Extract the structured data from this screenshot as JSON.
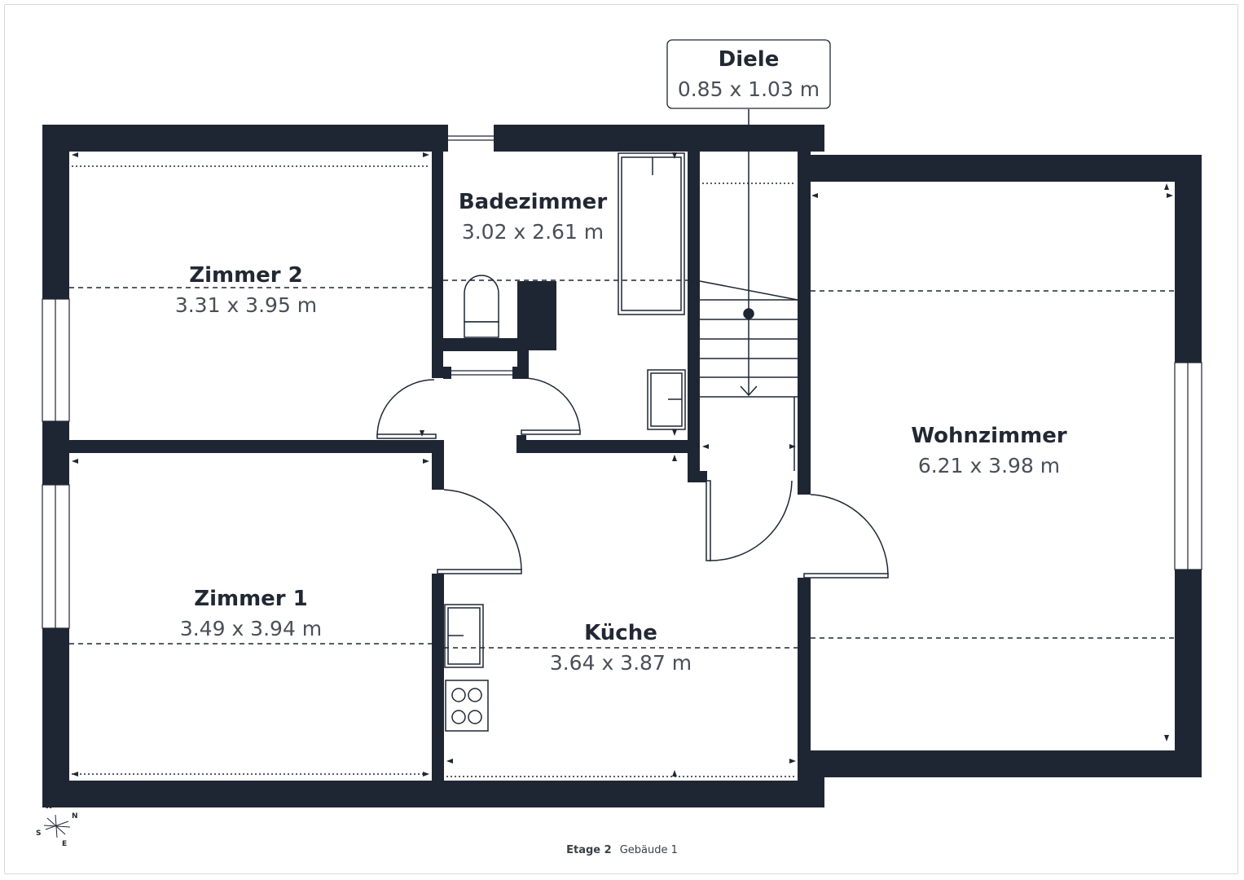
{
  "rooms": {
    "zimmer2": {
      "name": "Zimmer 2",
      "dims": "3.31 x 3.95 m"
    },
    "zimmer1": {
      "name": "Zimmer 1",
      "dims": "3.49 x 3.94 m"
    },
    "badezimmer": {
      "name": "Badezimmer",
      "dims": "3.02 x 2.61 m"
    },
    "kueche": {
      "name": "Küche",
      "dims": "3.64 x 3.87 m"
    },
    "wohnzimmer": {
      "name": "Wohnzimmer",
      "dims": "6.21 x 3.98 m"
    },
    "diele": {
      "name": "Diele",
      "dims": "0.85 x 1.03 m"
    }
  },
  "footer": {
    "floor": "Etage 2",
    "building": "Gebäude 1"
  },
  "compass": {
    "n": "N",
    "s": "S",
    "e": "E",
    "w": "W"
  },
  "colors": {
    "wall": "#1f2633",
    "line": "#1f2633",
    "background": "#ffffff"
  }
}
